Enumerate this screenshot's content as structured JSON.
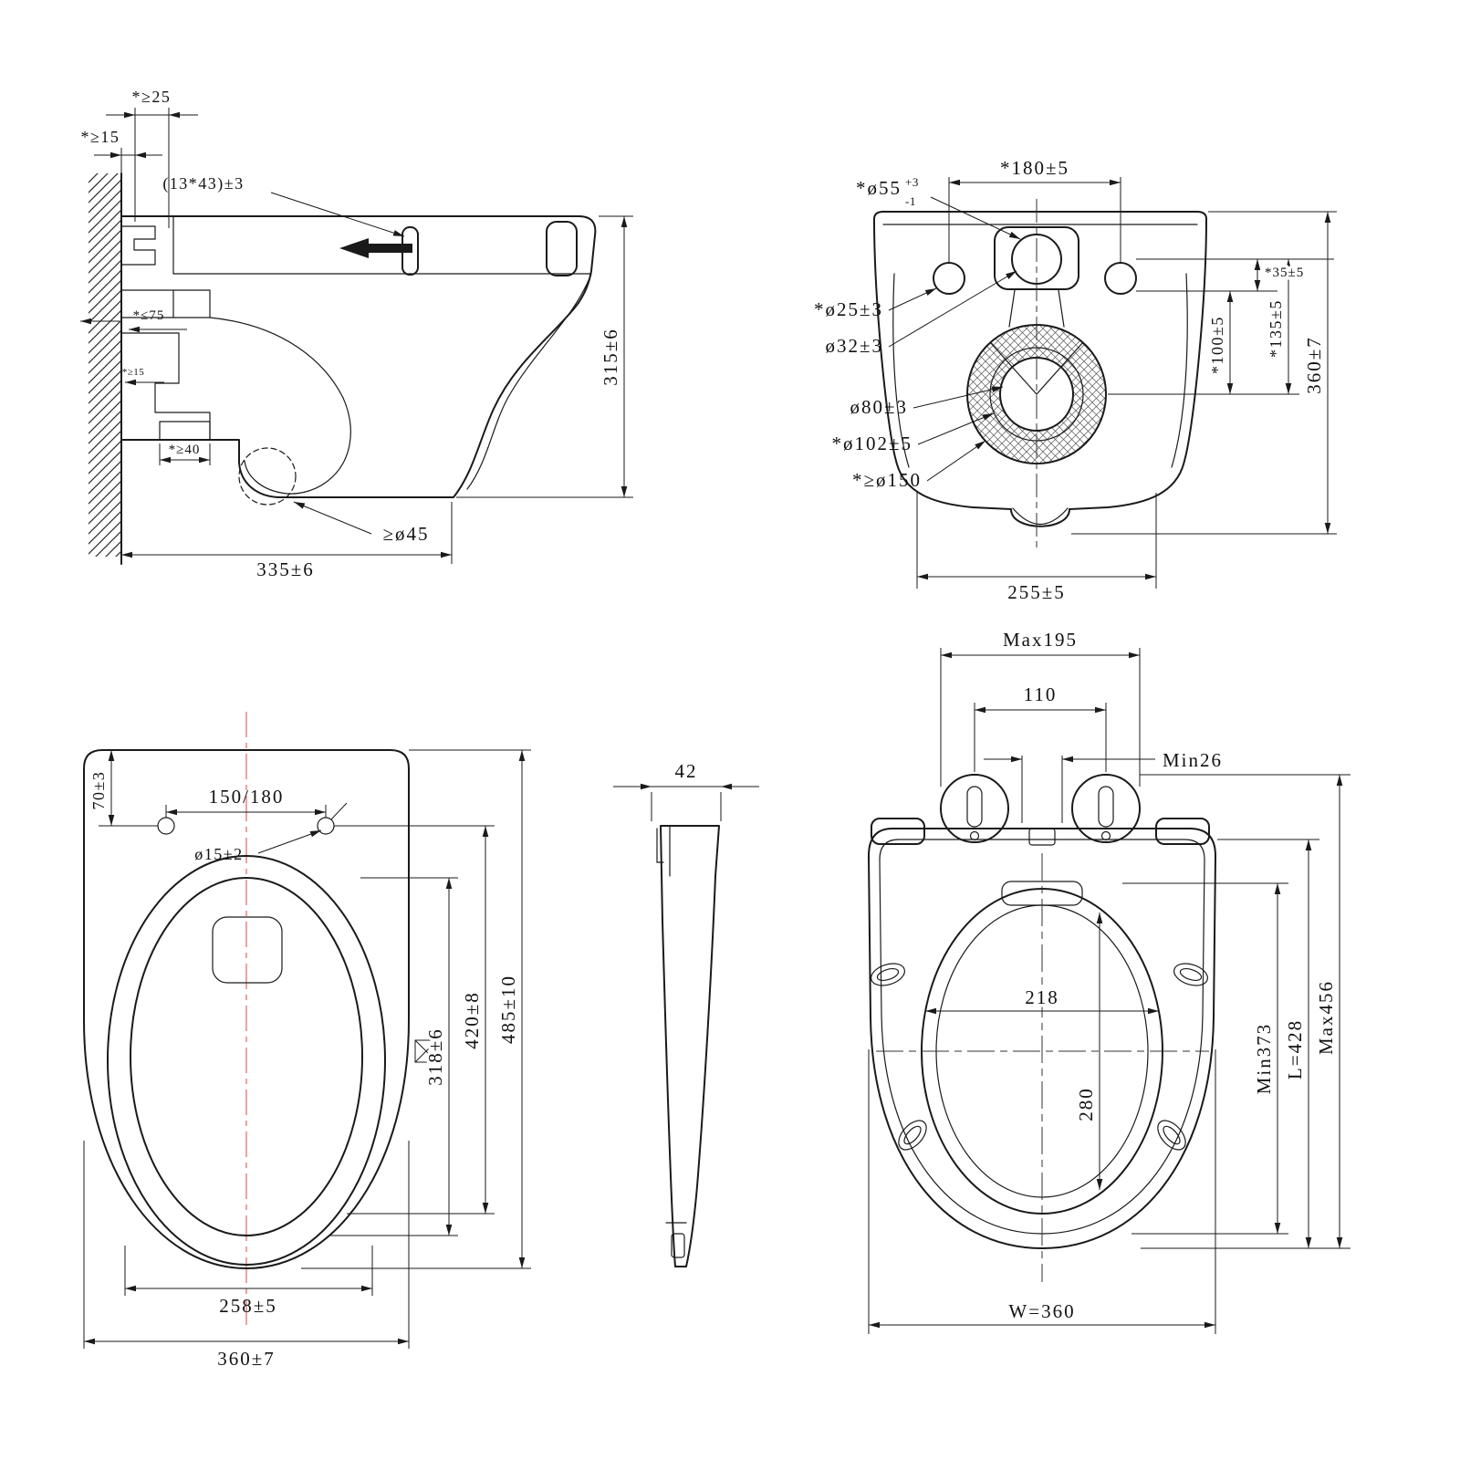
{
  "sheet": {
    "background": "#ffffff",
    "line_color": "#1a1a1a",
    "centerline_color": "#e07070"
  },
  "views": {
    "side": {
      "label": "side-section-view",
      "min25": "*≥25",
      "min15": "*≥15",
      "slot": "(13*43)±3",
      "max75": "*≤75",
      "min15b": "*≥15",
      "min40": "*≥40",
      "drain45": "≥ø45",
      "depth335": "335±6",
      "height315": "315±6"
    },
    "rear": {
      "label": "rear-view",
      "d55": "*ø55",
      "d55sup": "+3",
      "d55sub": "-1",
      "s180": "*180±5",
      "d25": "*ø25±3",
      "d32": "ø32±3",
      "d80": "ø80±3",
      "d102": "*ø102±5",
      "d150": "*≥ø150",
      "s35": "*35±5",
      "s100": "*100±5",
      "s135": "*135±5",
      "h360": "360±7",
      "w255": "255±5"
    },
    "top": {
      "label": "top-view",
      "v70": "70±3",
      "v150180": "150/180",
      "d15": "ø15±2",
      "v318": "318±6",
      "v420": "420±8",
      "v485": "485±10",
      "v258": "258±5",
      "v360": "360±7"
    },
    "seat_side": {
      "label": "seat-side-view",
      "t42": "42"
    },
    "seat_top": {
      "label": "seat-top-view",
      "max195": "Max195",
      "v110": "110",
      "min26": "Min26",
      "v218": "218",
      "v280": "280",
      "min373": "Min373",
      "l428": "L=428",
      "max456": "Max456",
      "w360": "W=360"
    }
  }
}
